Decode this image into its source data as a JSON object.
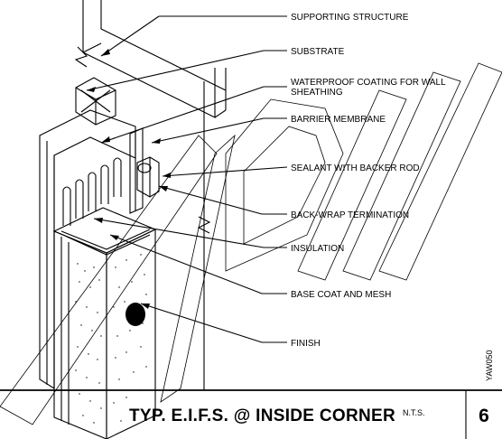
{
  "diagram": {
    "labels": [
      "SUPPORTING STRUCTURE",
      "SUBSTRATE",
      "WATERPROOF COATING FOR WALL",
      "SHEATHING",
      "BARRIER MEMBRANE",
      "SEALANT WITH BACKER ROD",
      "BACK-WRAP TERMINATION",
      "INSULATION",
      "BASE COAT AND MESH",
      "FINISH"
    ],
    "code": "YAW050"
  },
  "title_block": {
    "title": "TYP. E.I.F.S. @ INSIDE CORNER",
    "scale": "N.T.S.",
    "number": "6"
  }
}
